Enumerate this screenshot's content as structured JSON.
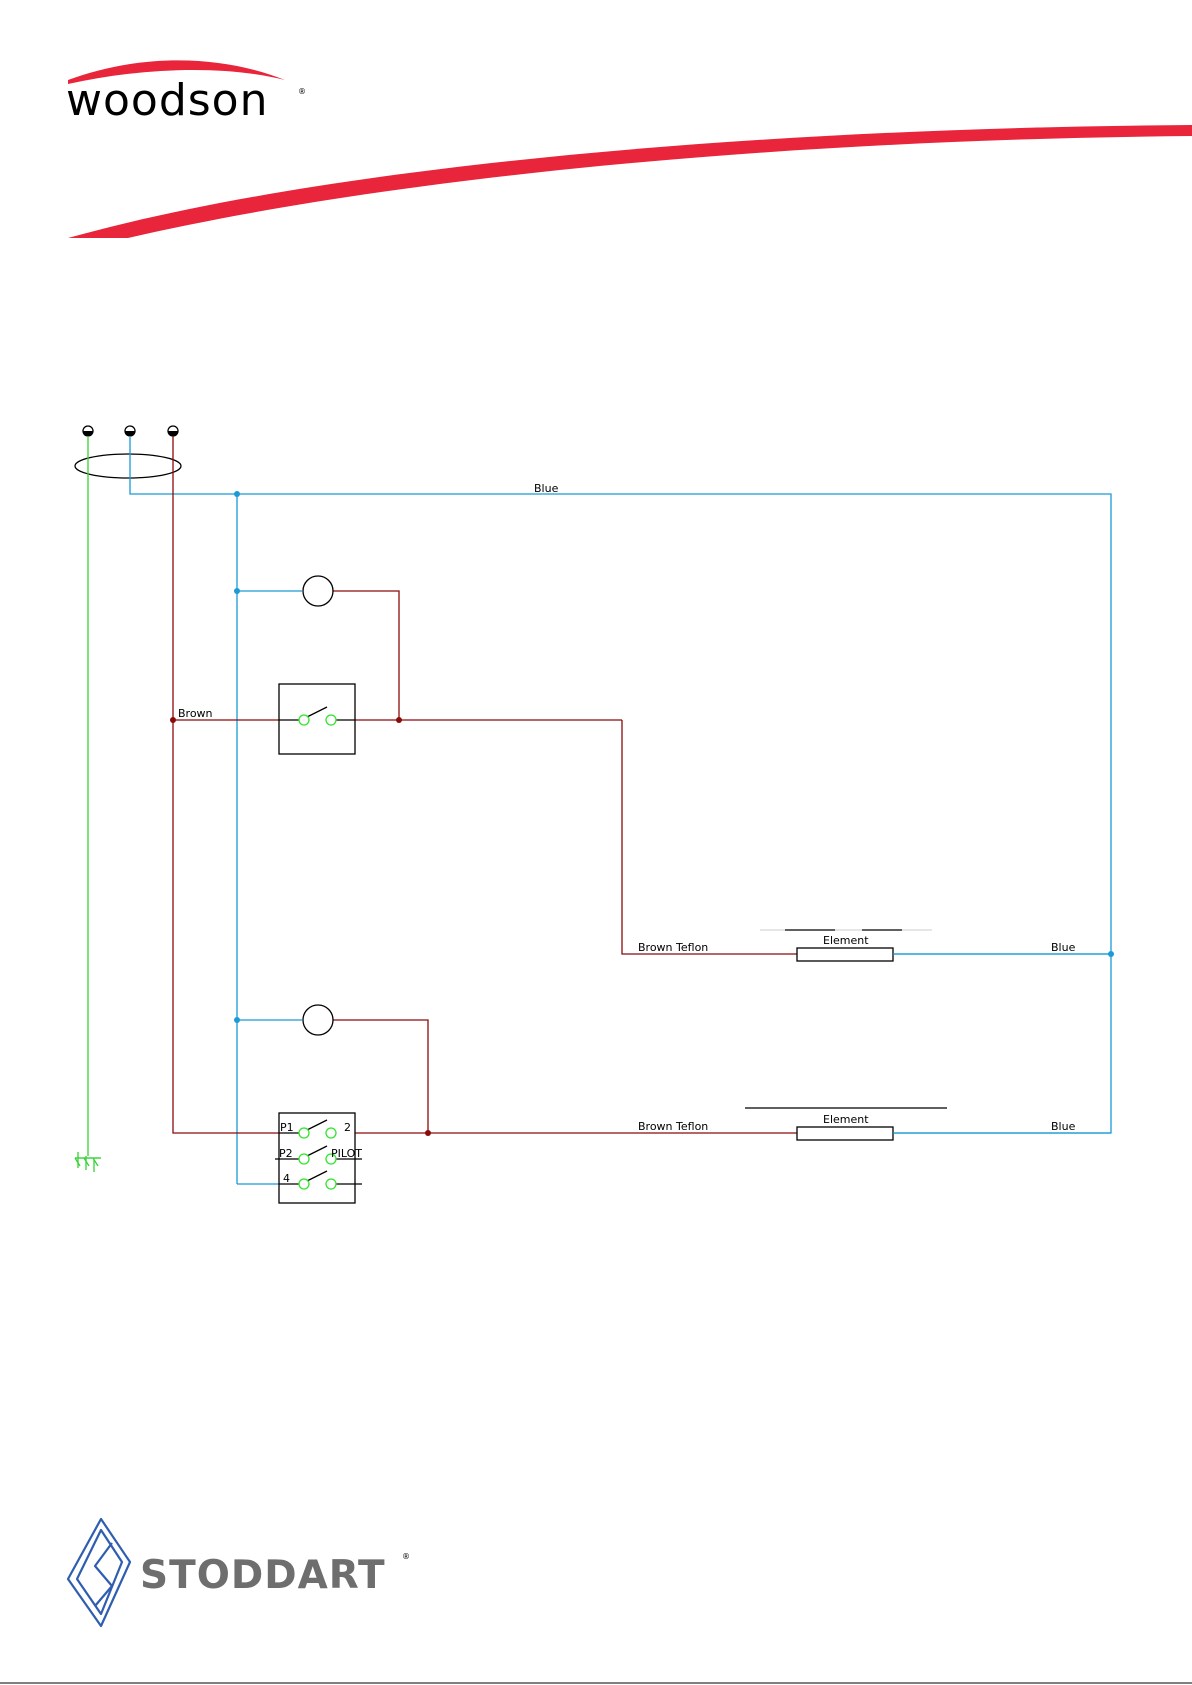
{
  "brand": {
    "woodson": "woodson",
    "woodson_reg": "®",
    "stoddart": "STODDART",
    "stoddart_reg": "®"
  },
  "colors": {
    "red_swoosh": "#e8253a",
    "blue_wire": "#1a9bd6",
    "brown_wire": "#8b0a0a",
    "earth_wire": "#37d337",
    "contact": "#2ee62e",
    "stoddart_logo": "#2f5db0",
    "stoddart_text": "#6e6e6e"
  },
  "labels": {
    "blue_top": "Blue",
    "brown": "Brown",
    "brown_teflon_1": "Brown  Teflon",
    "element_1": "Element",
    "blue_1": "Blue",
    "brown_teflon_2": "Brown  Teflon",
    "element_2": "Element",
    "blue_2": "Blue",
    "p1": "P1",
    "t2": "2",
    "p2": "P2",
    "pilot": "PILOT",
    "t4": "4"
  }
}
